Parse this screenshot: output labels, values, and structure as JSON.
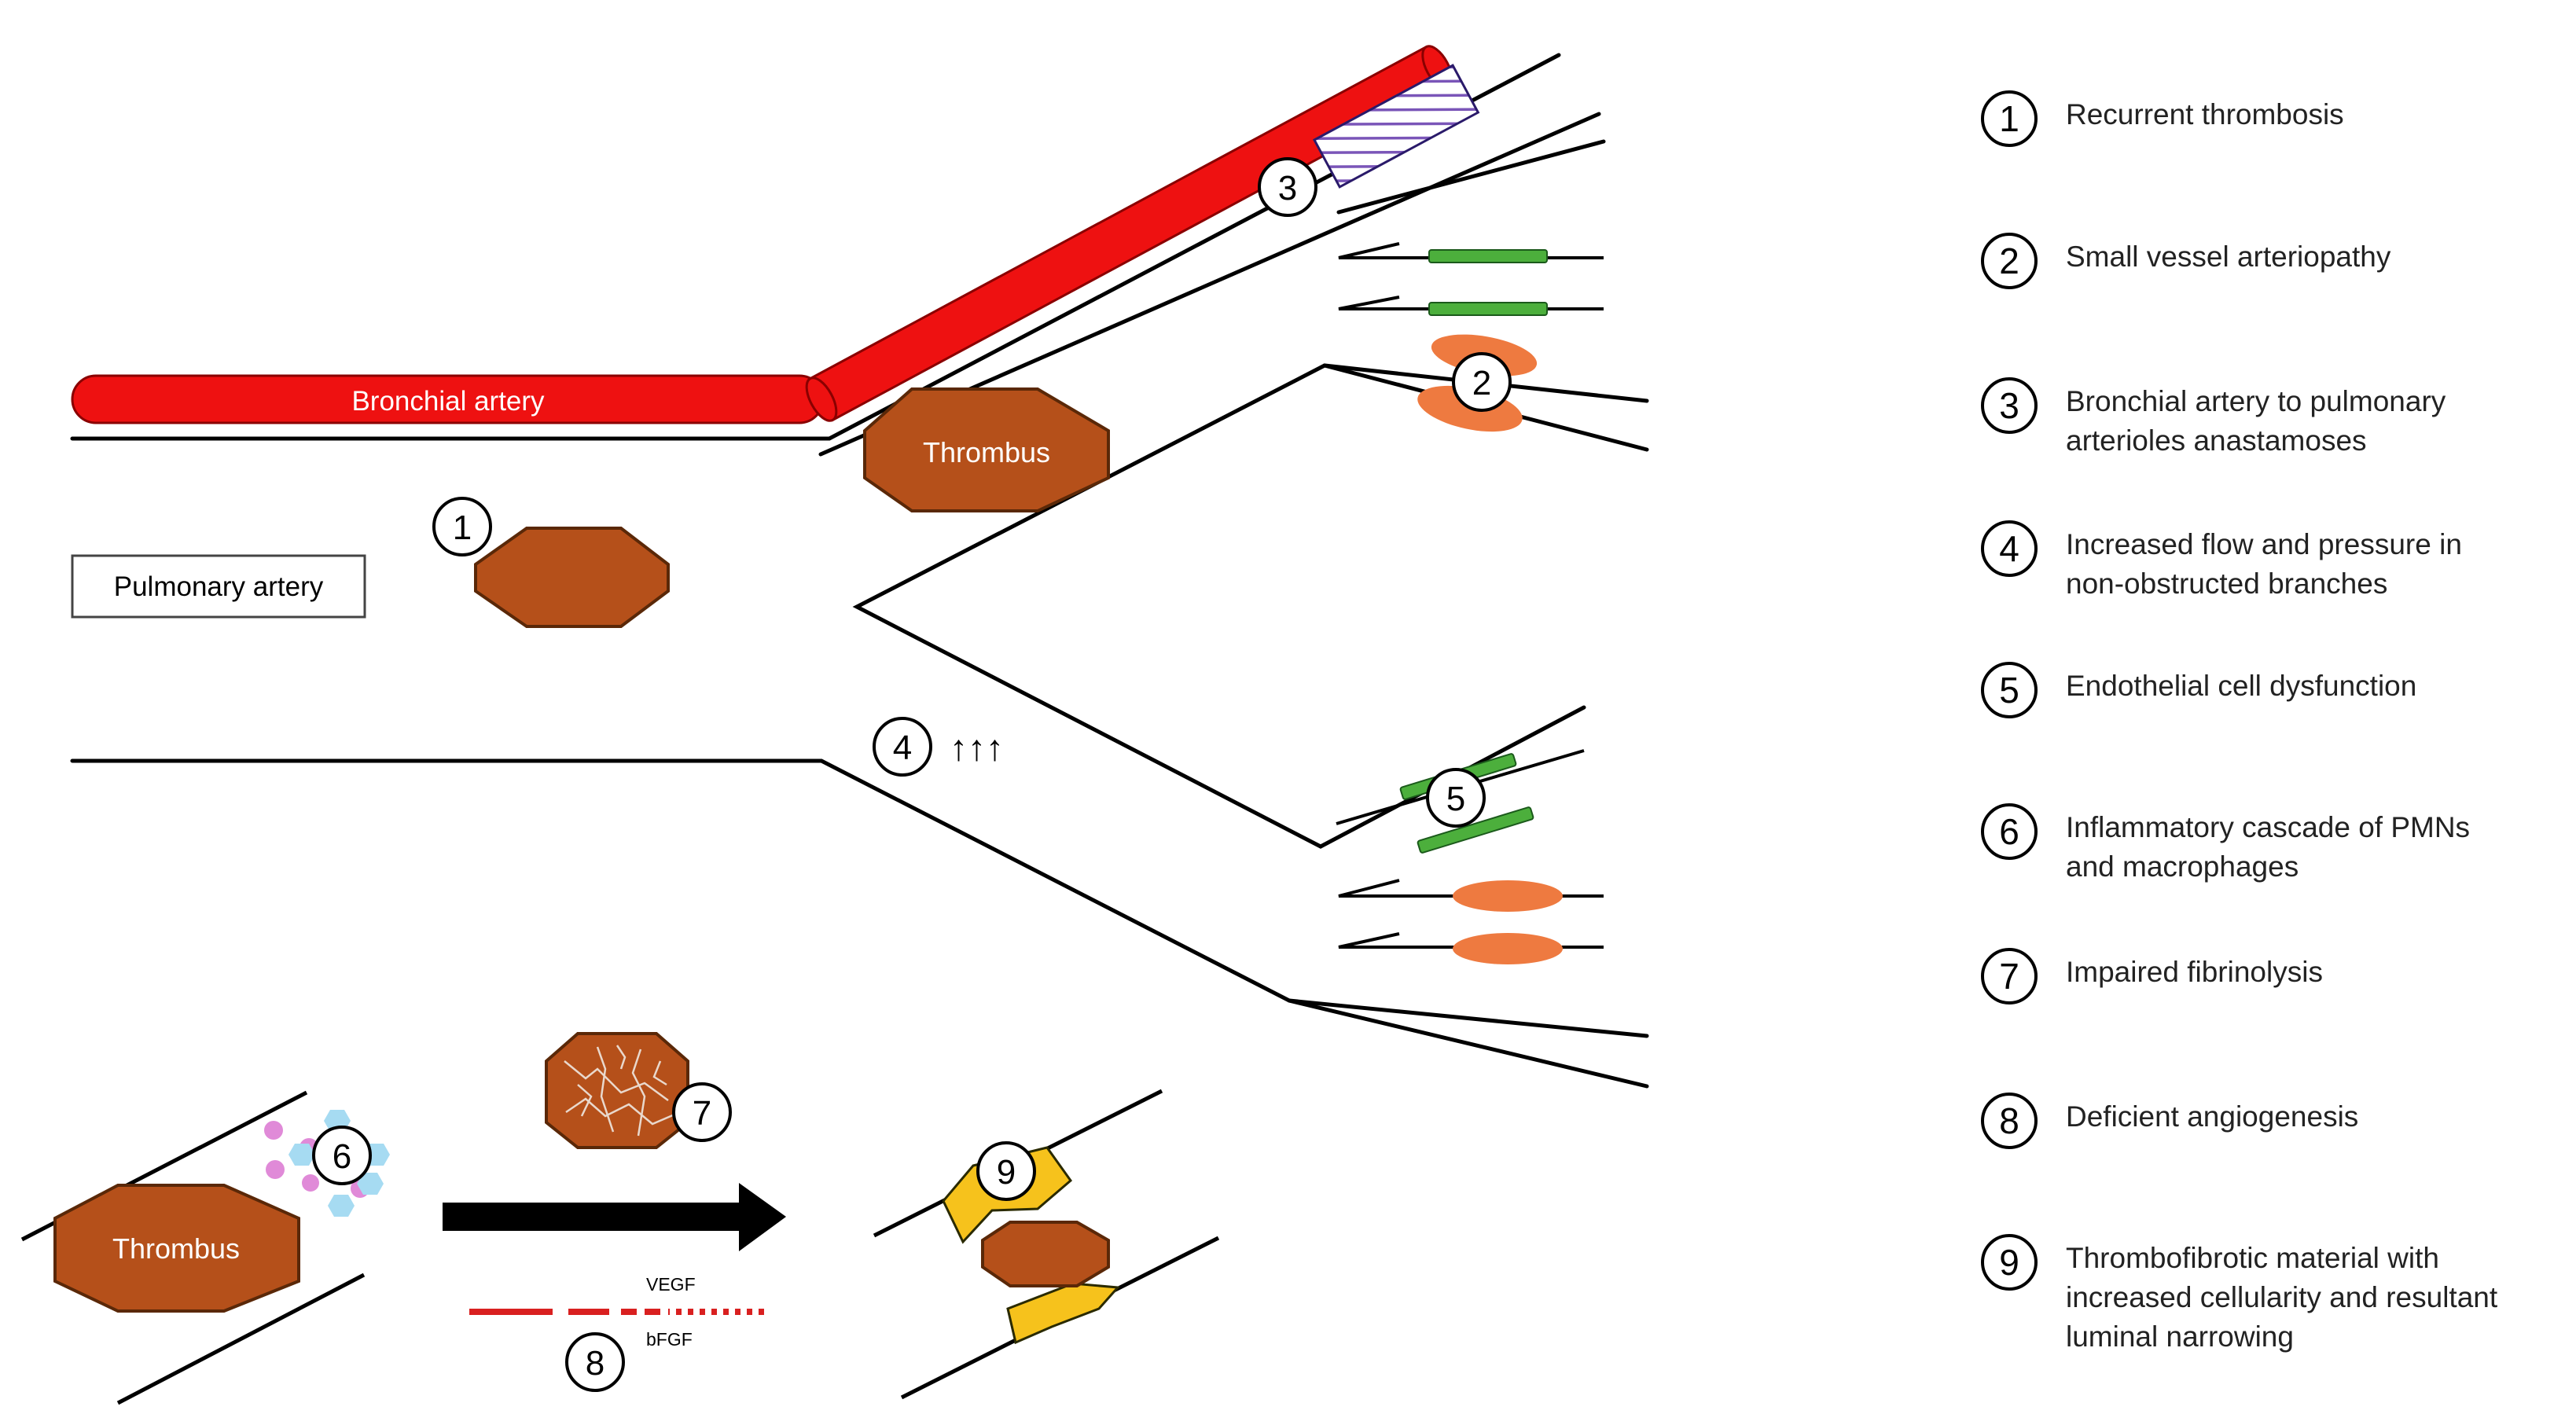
{
  "labels": {
    "bronchial_artery": "Bronchial artery",
    "pulmonary_artery": "Pulmonary artery",
    "thrombus_top": "Thrombus",
    "thrombus_bottom": "Thrombus",
    "vegf": "VEGF",
    "bfgf": "bFGF",
    "arrows_up": "↑↑↑"
  },
  "markers": [
    "1",
    "2",
    "3",
    "4",
    "5",
    "6",
    "7",
    "8",
    "9"
  ],
  "legend": [
    {
      "num": "1",
      "text": "Recurrent thrombosis"
    },
    {
      "num": "2",
      "text": "Small vessel arteriopathy"
    },
    {
      "num": "3",
      "text": "Bronchial artery to pulmonary\narterioles anastamoses"
    },
    {
      "num": "4",
      "text": "Increased flow and pressure in\nnon-obstructed branches"
    },
    {
      "num": "5",
      "text": "Endothelial cell dysfunction"
    },
    {
      "num": "6",
      "text": "Inflammatory cascade of PMNs\nand macrophages"
    },
    {
      "num": "7",
      "text": "Impaired fibrinolysis"
    },
    {
      "num": "8",
      "text": "Deficient angiogenesis"
    },
    {
      "num": "9",
      "text": "Thrombofibrotic material with\nincreased cellularity and resultant\nluminal narrowing"
    }
  ],
  "colors": {
    "artery_red": "#ee1111",
    "thrombus_brown": "#b5501a",
    "endothelium_green": "#4caf3c",
    "smc_orange": "#ee7a40",
    "fibrotic_yellow": "#f6c21c",
    "pmn_pink": "#e08ad8",
    "macrophage_blue": "#a6dbf2",
    "growth_factor_red": "#d92020"
  }
}
